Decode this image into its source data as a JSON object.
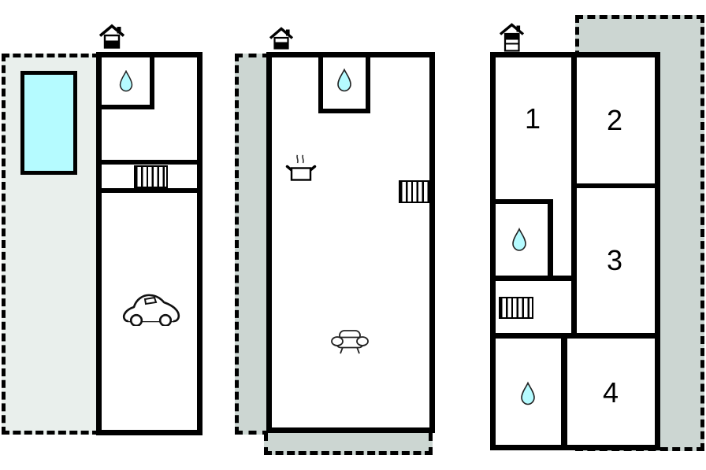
{
  "palette": {
    "wall_color": "#000000",
    "plot_fill": "#e9efec",
    "terrace_fill": "#ccd6d2",
    "water_fill": "#b5fbff",
    "background": "#ffffff"
  },
  "rooms": {
    "room1": "1",
    "room2": "2",
    "room3": "3",
    "room4": "4"
  },
  "icons": {
    "entrance": "entrance-house-icon",
    "bathroom": "water-droplet-icon",
    "stairs": "stairs-icon",
    "kitchen": "stove-icon",
    "living_room": "sofa-icon",
    "garage": "car-icon",
    "pool": "swimming-pool"
  }
}
